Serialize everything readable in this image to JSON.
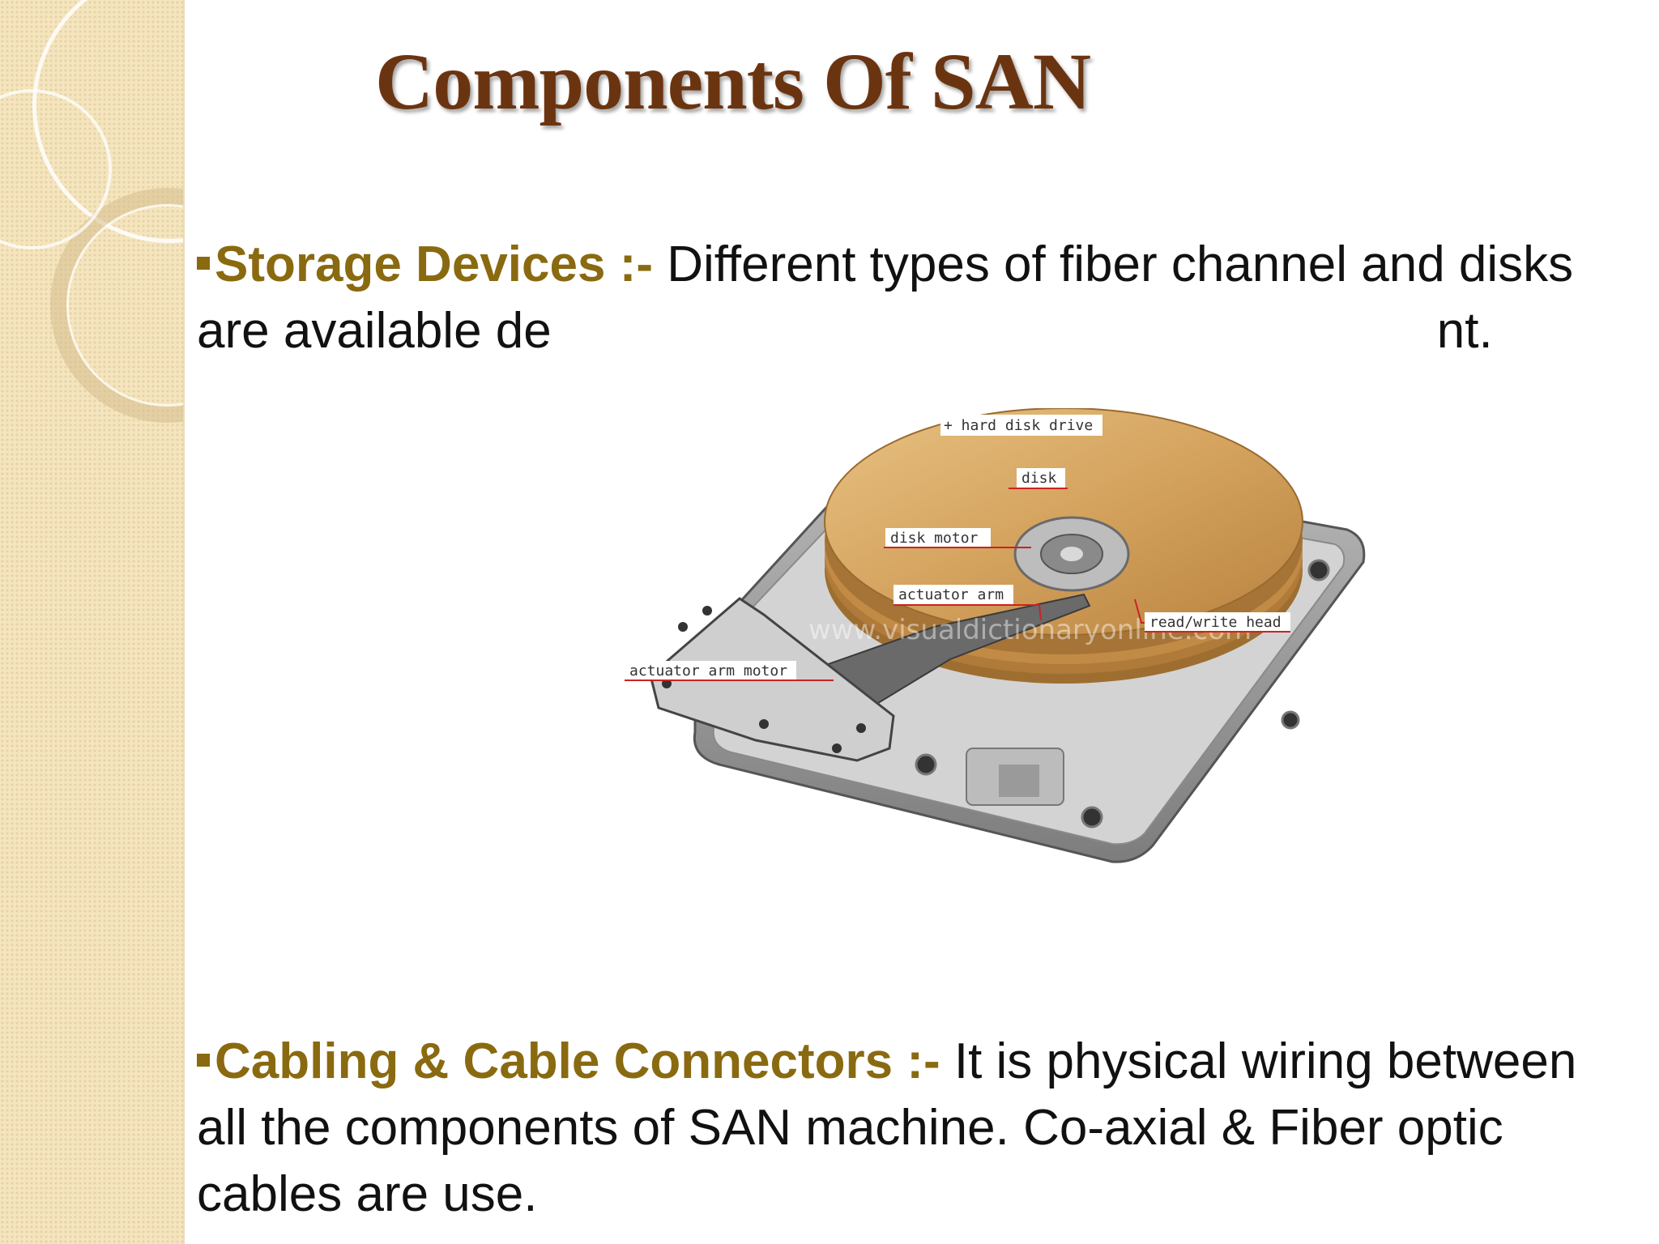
{
  "slide": {
    "title": "Components Of SAN",
    "bullets": [
      {
        "term": "Storage Devices :- ",
        "text_line1": "Different types of fiber channel and disks",
        "text_line2_start": "are available de",
        "text_line2_end": "nt."
      },
      {
        "term": "Cabling & Cable Connectors :- ",
        "text": "It is physical wiring between all the components of SAN machine. Co-axial & Fiber optic cables are use."
      }
    ]
  },
  "figure": {
    "labels": {
      "hard_disk_drive": "+ hard disk drive",
      "disk": "disk",
      "disk_motor": "disk motor",
      "actuator_arm": "actuator arm",
      "read_write_head": "read/write head",
      "actuator_arm_motor": "actuator arm motor"
    },
    "watermark": "www.visualdictionaryonline.com"
  }
}
